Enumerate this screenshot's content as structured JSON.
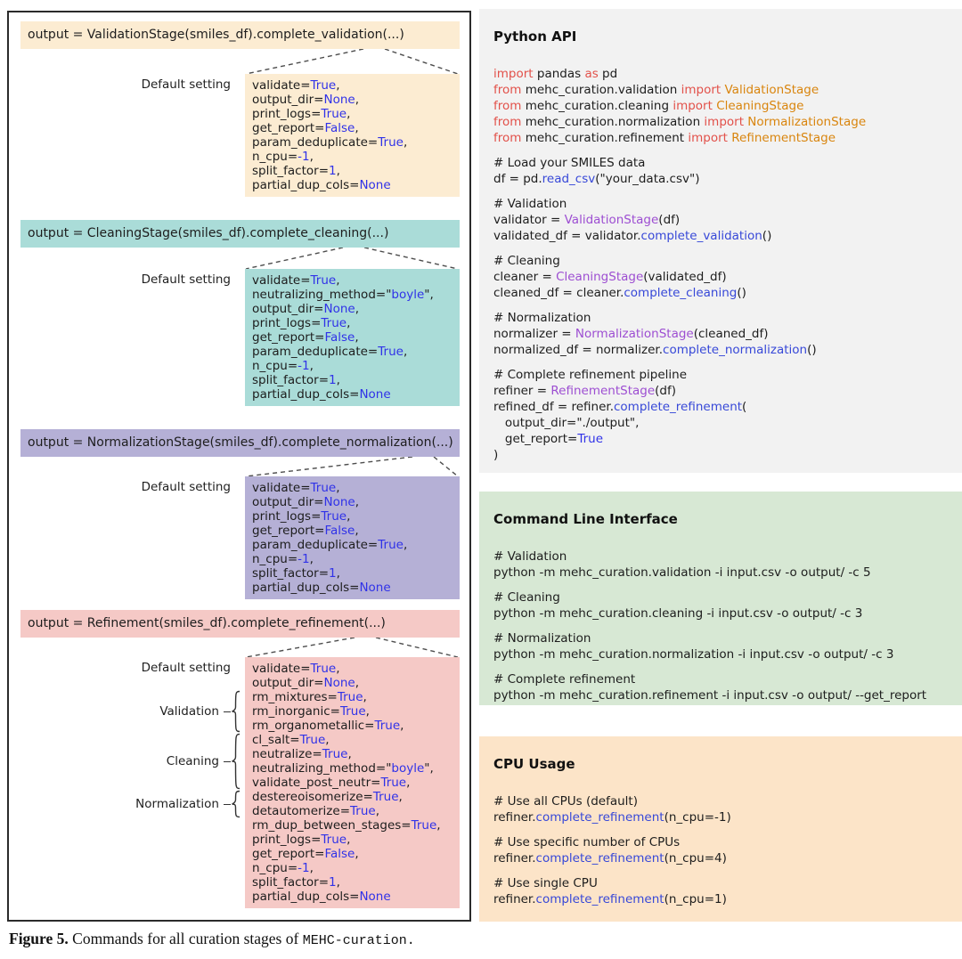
{
  "palette": {
    "tokens": {
      "t": "#1d1d1d",
      "k": "#e2514a",
      "c": "#d9850e",
      "p": "#9d4ed2",
      "m": "#3748d8",
      "v": "#3032e8"
    },
    "outer_border": "#2b2b2b",
    "dash_line": "#4d4d4d"
  },
  "left": {
    "stages": [
      {
        "name": "validation",
        "color": "#fcecd2",
        "header": "output = ValidationStage(smiles_df).complete_validation(...)",
        "default_label": "Default setting",
        "params": [
          {
            "n": "validate",
            "v": "True"
          },
          {
            "n": "output_dir",
            "v": "None"
          },
          {
            "n": "print_logs",
            "v": "True"
          },
          {
            "n": "get_report",
            "v": "False"
          },
          {
            "n": "param_deduplicate",
            "v": "True"
          },
          {
            "n": "n_cpu",
            "v": "-1"
          },
          {
            "n": "split_factor",
            "v": "1"
          },
          {
            "n": "partial_dup_cols",
            "v": "None"
          }
        ],
        "groups": []
      },
      {
        "name": "cleaning",
        "color": "#aadcd8",
        "header": "output = CleaningStage(smiles_df).complete_cleaning(...)",
        "default_label": "Default setting",
        "params": [
          {
            "n": "validate",
            "v": "True"
          },
          {
            "n": "neutralizing_method",
            "v": "boyle",
            "q": true
          },
          {
            "n": "output_dir",
            "v": "None"
          },
          {
            "n": "print_logs",
            "v": "True"
          },
          {
            "n": "get_report",
            "v": "False"
          },
          {
            "n": "param_deduplicate",
            "v": "True"
          },
          {
            "n": "n_cpu",
            "v": "-1"
          },
          {
            "n": "split_factor",
            "v": "1"
          },
          {
            "n": "partial_dup_cols",
            "v": "None"
          }
        ],
        "groups": []
      },
      {
        "name": "normalization",
        "color": "#b5b0d6",
        "header": "output = NormalizationStage(smiles_df).complete_normalization(...)",
        "default_label": "Default setting",
        "params": [
          {
            "n": "validate",
            "v": "True"
          },
          {
            "n": "output_dir",
            "v": "None"
          },
          {
            "n": "print_logs",
            "v": "True"
          },
          {
            "n": "get_report",
            "v": "False"
          },
          {
            "n": "param_deduplicate",
            "v": "True"
          },
          {
            "n": "n_cpu",
            "v": "-1"
          },
          {
            "n": "split_factor",
            "v": "1"
          },
          {
            "n": "partial_dup_cols",
            "v": "None"
          }
        ],
        "groups": []
      },
      {
        "name": "refinement",
        "color": "#f5c9c6",
        "header": "output = Refinement(smiles_df).complete_refinement(...)",
        "default_label": "Default setting",
        "params": [
          {
            "n": "validate",
            "v": "True"
          },
          {
            "n": "output_dir",
            "v": "None"
          },
          {
            "n": "rm_mixtures",
            "v": "True"
          },
          {
            "n": "rm_inorganic",
            "v": "True"
          },
          {
            "n": "rm_organometallic",
            "v": "True"
          },
          {
            "n": "cl_salt",
            "v": "True"
          },
          {
            "n": "neutralize",
            "v": "True"
          },
          {
            "n": "neutralizing_method",
            "v": "boyle",
            "q": true
          },
          {
            "n": "validate_post_neutr",
            "v": "True"
          },
          {
            "n": "destereoisomerize",
            "v": "True"
          },
          {
            "n": "detautomerize",
            "v": "True"
          },
          {
            "n": "rm_dup_between_stages",
            "v": "True"
          },
          {
            "n": "print_logs",
            "v": "True"
          },
          {
            "n": "get_report",
            "v": "False"
          },
          {
            "n": "n_cpu",
            "v": "-1"
          },
          {
            "n": "split_factor",
            "v": "1"
          },
          {
            "n": "partial_dup_cols",
            "v": "None"
          }
        ],
        "groups": [
          {
            "label": "Validation",
            "start": 2,
            "count": 3
          },
          {
            "label": "Cleaning",
            "start": 5,
            "count": 4
          },
          {
            "label": "Normalization",
            "start": 9,
            "count": 2
          }
        ]
      }
    ]
  },
  "right": {
    "panels": [
      {
        "title": "Python API",
        "bg": "#f2f2f2",
        "lines": [
          [
            [
              "import",
              "k"
            ],
            [
              " pandas ",
              "t"
            ],
            [
              "as",
              "k"
            ],
            [
              " pd",
              "t"
            ]
          ],
          [
            [
              "from",
              "k"
            ],
            [
              " mehc_curation.validation ",
              "t"
            ],
            [
              "import",
              "k"
            ],
            [
              " ",
              "t"
            ],
            [
              "ValidationStage",
              "c"
            ]
          ],
          [
            [
              "from",
              "k"
            ],
            [
              " mehc_curation.cleaning ",
              "t"
            ],
            [
              "import",
              "k"
            ],
            [
              " ",
              "t"
            ],
            [
              "CleaningStage",
              "c"
            ]
          ],
          [
            [
              "from",
              "k"
            ],
            [
              " mehc_curation.normalization ",
              "t"
            ],
            [
              "import",
              "k"
            ],
            [
              " ",
              "t"
            ],
            [
              "NormalizationStage",
              "c"
            ]
          ],
          [
            [
              "from",
              "k"
            ],
            [
              " mehc_curation.refinement ",
              "t"
            ],
            [
              "import",
              "k"
            ],
            [
              " ",
              "t"
            ],
            [
              "RefinementStage",
              "c"
            ]
          ],
          [],
          [
            [
              "# Load your SMILES data",
              "t"
            ]
          ],
          [
            [
              "df = pd.",
              "t"
            ],
            [
              "read_csv",
              "m"
            ],
            [
              "(\"your_data.csv\")",
              "t"
            ]
          ],
          [],
          [
            [
              "# Validation",
              "t"
            ]
          ],
          [
            [
              "validator = ",
              "t"
            ],
            [
              "ValidationStage",
              "p"
            ],
            [
              "(df)",
              "t"
            ]
          ],
          [
            [
              "validated_df = validator.",
              "t"
            ],
            [
              "complete_validation",
              "m"
            ],
            [
              "()",
              "t"
            ]
          ],
          [],
          [
            [
              "# Cleaning",
              "t"
            ]
          ],
          [
            [
              "cleaner = ",
              "t"
            ],
            [
              "CleaningStage",
              "p"
            ],
            [
              "(validated_df)",
              "t"
            ]
          ],
          [
            [
              "cleaned_df = cleaner.",
              "t"
            ],
            [
              "complete_cleaning",
              "m"
            ],
            [
              "()",
              "t"
            ]
          ],
          [],
          [
            [
              "# Normalization",
              "t"
            ]
          ],
          [
            [
              "normalizer = ",
              "t"
            ],
            [
              "NormalizationStage",
              "p"
            ],
            [
              "(cleaned_df)",
              "t"
            ]
          ],
          [
            [
              "normalized_df = normalizer.",
              "t"
            ],
            [
              "complete_normalization",
              "m"
            ],
            [
              "()",
              "t"
            ]
          ],
          [],
          [
            [
              "# Complete refinement pipeline",
              "t"
            ]
          ],
          [
            [
              "refiner = ",
              "t"
            ],
            [
              "RefinementStage",
              "p"
            ],
            [
              "(df)",
              "t"
            ]
          ],
          [
            [
              "refined_df = refiner.",
              "t"
            ],
            [
              "complete_refinement",
              "m"
            ],
            [
              "(",
              "t"
            ]
          ],
          [
            [
              "   output_dir=\"./output\",",
              "t"
            ]
          ],
          [
            [
              "   get_report=",
              "t"
            ],
            [
              "True",
              "v"
            ]
          ],
          [
            [
              ")",
              "t"
            ]
          ]
        ]
      },
      {
        "title": "Command Line Interface",
        "bg": "#d7e8d4",
        "lines": [
          [
            [
              "# Validation",
              "t"
            ]
          ],
          [
            [
              "python -m mehc_curation.validation -i input.csv -o output/ -c 5",
              "t"
            ]
          ],
          [],
          [
            [
              "# Cleaning",
              "t"
            ]
          ],
          [
            [
              "python -m mehc_curation.cleaning -i input.csv -o output/ -c 3",
              "t"
            ]
          ],
          [],
          [
            [
              "# Normalization",
              "t"
            ]
          ],
          [
            [
              "python -m mehc_curation.normalization -i input.csv -o output/ -c 3",
              "t"
            ]
          ],
          [],
          [
            [
              "# Complete refinement",
              "t"
            ]
          ],
          [
            [
              "python -m mehc_curation.refinement -i input.csv -o output/ --get_report",
              "t"
            ]
          ]
        ]
      },
      {
        "title": "CPU Usage",
        "bg": "#fce4c8",
        "lines": [
          [
            [
              "# Use all CPUs (default)",
              "t"
            ]
          ],
          [
            [
              "refiner.",
              "t"
            ],
            [
              "complete_refinement",
              "m"
            ],
            [
              "(n_cpu=-1)",
              "t"
            ]
          ],
          [],
          [
            [
              "# Use specific number of CPUs",
              "t"
            ]
          ],
          [
            [
              "refiner.",
              "t"
            ],
            [
              "complete_refinement",
              "m"
            ],
            [
              "(n_cpu=4)",
              "t"
            ]
          ],
          [],
          [
            [
              "# Use single CPU",
              "t"
            ]
          ],
          [
            [
              "refiner.",
              "t"
            ],
            [
              "complete_refinement",
              "m"
            ],
            [
              "(n_cpu=1)",
              "t"
            ]
          ]
        ]
      }
    ]
  },
  "caption": {
    "figure_label": "Figure 5.",
    "text": "Commands for all curation stages of",
    "code_name": "MEHC-curation."
  }
}
